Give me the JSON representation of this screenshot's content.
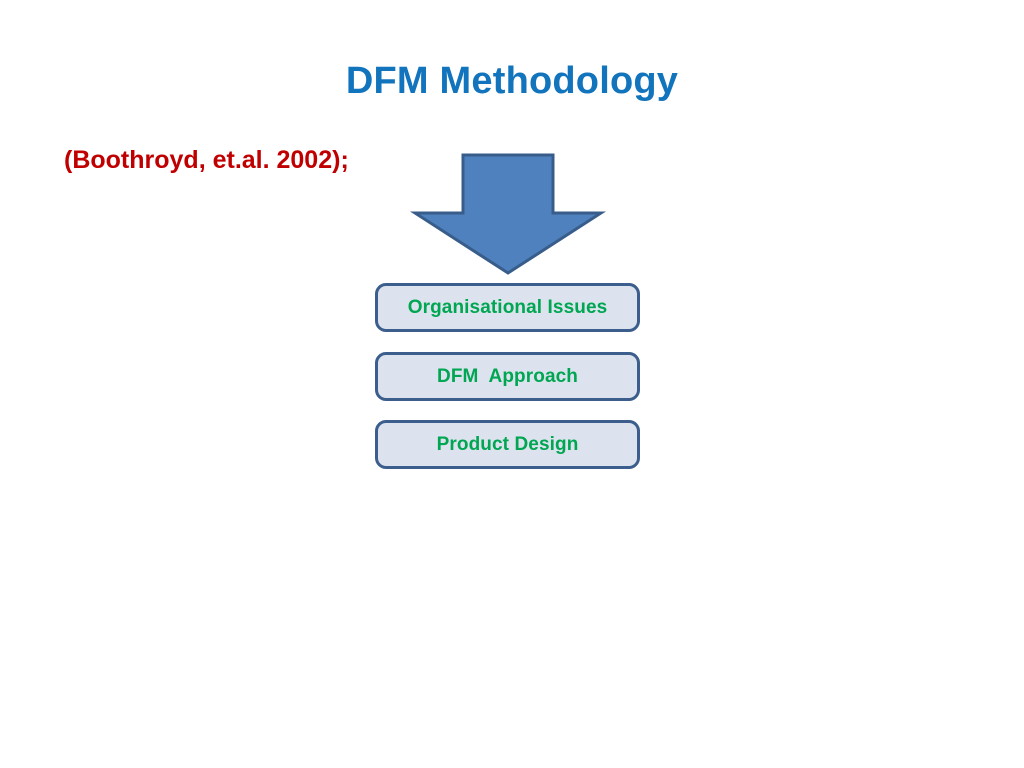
{
  "slide": {
    "title": "DFM Methodology",
    "citation": "(Boothroyd, et.al. 2002);",
    "colors": {
      "title_blue": "#1274bd",
      "citation_red": "#c00000",
      "arrow_fill": "#4e81bd",
      "arrow_stroke": "#385d8a",
      "box_fill": "#dce3ee",
      "box_border": "#3b5e8c",
      "box_text_green": "#00a651",
      "background": "#ffffff"
    }
  },
  "arrow": {
    "name": "down-arrow",
    "direction": "down",
    "fill": "#4e81bd",
    "stroke": "#385d8a"
  },
  "flow": {
    "boxes": [
      {
        "id": "organisational-issues",
        "label": "Organisational Issues"
      },
      {
        "id": "dfm-approach",
        "label": "DFM  Approach"
      },
      {
        "id": "product-design",
        "label": "Product Design"
      }
    ]
  }
}
